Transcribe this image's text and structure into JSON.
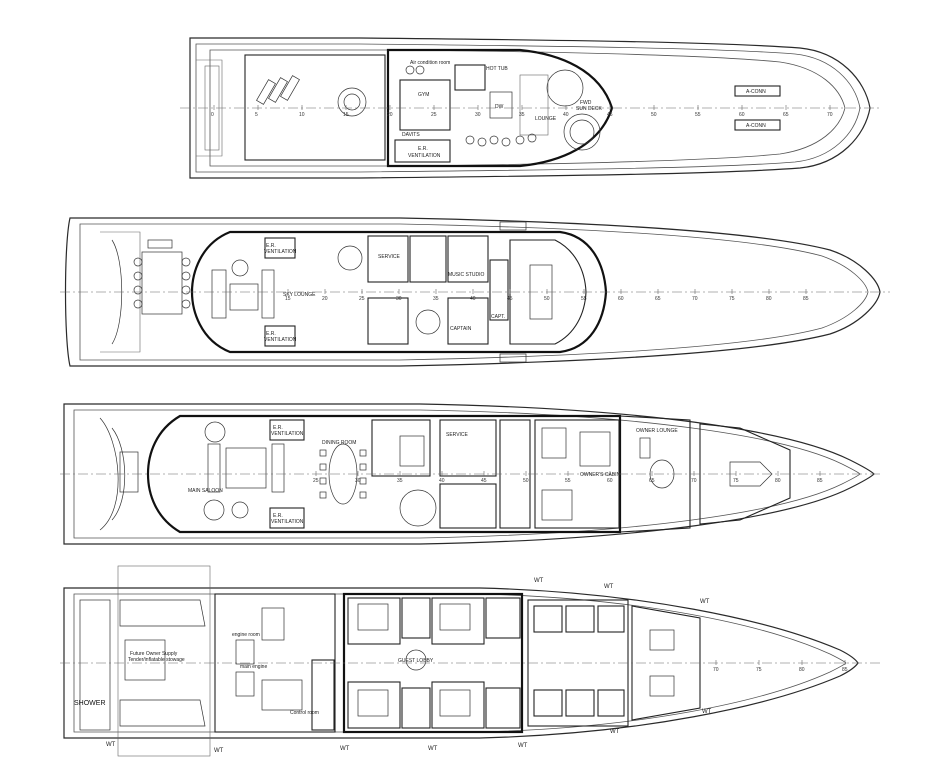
{
  "decks": [
    {
      "id": "sun-deck",
      "labels": {
        "air_condition": "Air condition room",
        "gym": "GYM",
        "fwd_sun_deck": "FWD\nSUN DECK",
        "lounge": "LOUNGE",
        "er_ventilation": "E.R.\nVENTILATION",
        "davits": "DAVITS",
        "dw": "DW",
        "hot_tub": "HOT TUB",
        "a_conn_1": "A-CONN",
        "a_conn_2": "A-CONN"
      },
      "ticks": [
        "0",
        "5",
        "10",
        "15",
        "20",
        "25",
        "30",
        "35",
        "40",
        "45",
        "50",
        "55",
        "60",
        "65",
        "70"
      ]
    },
    {
      "id": "bridge-deck",
      "labels": {
        "er_ventilation_top": "E.R.\nVENTILATION",
        "sky_lounge": "SKY LOUNGE",
        "er_ventilation_bottom": "E.R.\nVENTILATION",
        "service": "SERVICE",
        "music_studio": "MUSIC STUDIO",
        "captain": "CAPTAIN",
        "capt": "CAPT."
      },
      "ticks": [
        "15",
        "20",
        "25",
        "30",
        "35",
        "40",
        "45",
        "50",
        "55",
        "60",
        "65",
        "70",
        "75",
        "80",
        "85"
      ]
    },
    {
      "id": "main-deck",
      "labels": {
        "er_ventilation_top": "E.R.\nVENTILATION",
        "main_saloon": "MAIN SALOON",
        "dining": "DINING ROOM",
        "service": "SERVICE",
        "er_ventilation_bottom": "E.R.\nVENTILATION",
        "owner": "OWNER'S CABIN",
        "owner_lounge": "OWNER LOUNGE"
      },
      "ticks": [
        "25",
        "30",
        "35",
        "40",
        "45",
        "50",
        "55",
        "60",
        "65",
        "70",
        "75",
        "80",
        "85"
      ]
    },
    {
      "id": "lower-deck",
      "labels": {
        "shower": "SHOWER",
        "guest_lobby": "GUEST LOBBY",
        "engine_room": "engine room",
        "tender_note": "Future Owner Supply Tender/inflatable stowage",
        "control_room": "Control room",
        "main_engine": "main engine"
      },
      "wt_marks": [
        "WT",
        "WT",
        "WT",
        "WT",
        "WT",
        "WT",
        "WT",
        "WT",
        "WT",
        "WT"
      ],
      "ticks": [
        "70",
        "75",
        "80",
        "85"
      ]
    }
  ]
}
